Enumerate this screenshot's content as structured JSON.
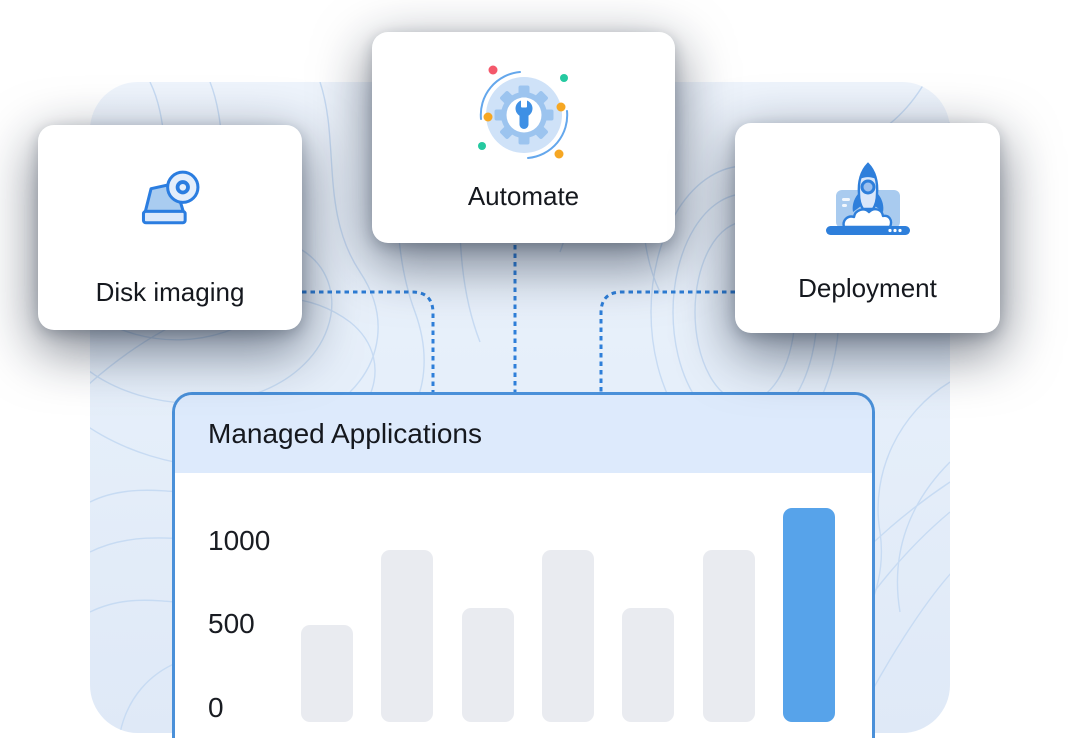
{
  "cards": [
    {
      "label": "Disk imaging",
      "icon": "disk-imaging-icon"
    },
    {
      "label": "Automate",
      "icon": "automate-icon"
    },
    {
      "label": "Deployment",
      "icon": "deployment-icon"
    }
  ],
  "panel": {
    "title": "Managed Applications"
  },
  "chart_data": {
    "type": "bar",
    "title": "Managed Applications",
    "categories": [
      "",
      "",
      "",
      "",
      "",
      "",
      ""
    ],
    "values": [
      500,
      950,
      600,
      950,
      600,
      950,
      1200
    ],
    "highlight_index": 6,
    "yticks": [
      0,
      500,
      1000
    ],
    "ylim": [
      0,
      1250
    ],
    "xlabel": "",
    "ylabel": "",
    "grid": false,
    "legend": false,
    "bar_color_default": "#e9ebf0",
    "bar_color_highlight": "#57a3ea"
  },
  "colors": {
    "accent_blue": "#2e7fdb",
    "panel_border": "#4a90d9",
    "panel_header_bg": "#ddeafc",
    "canvas_bg": "#e7f0fb",
    "contour_line": "#c7dbf3",
    "connector_dash": "#2e7fd9",
    "dot_red": "#f4586b",
    "dot_green": "#25c9a0",
    "dot_orange": "#f6a723"
  }
}
